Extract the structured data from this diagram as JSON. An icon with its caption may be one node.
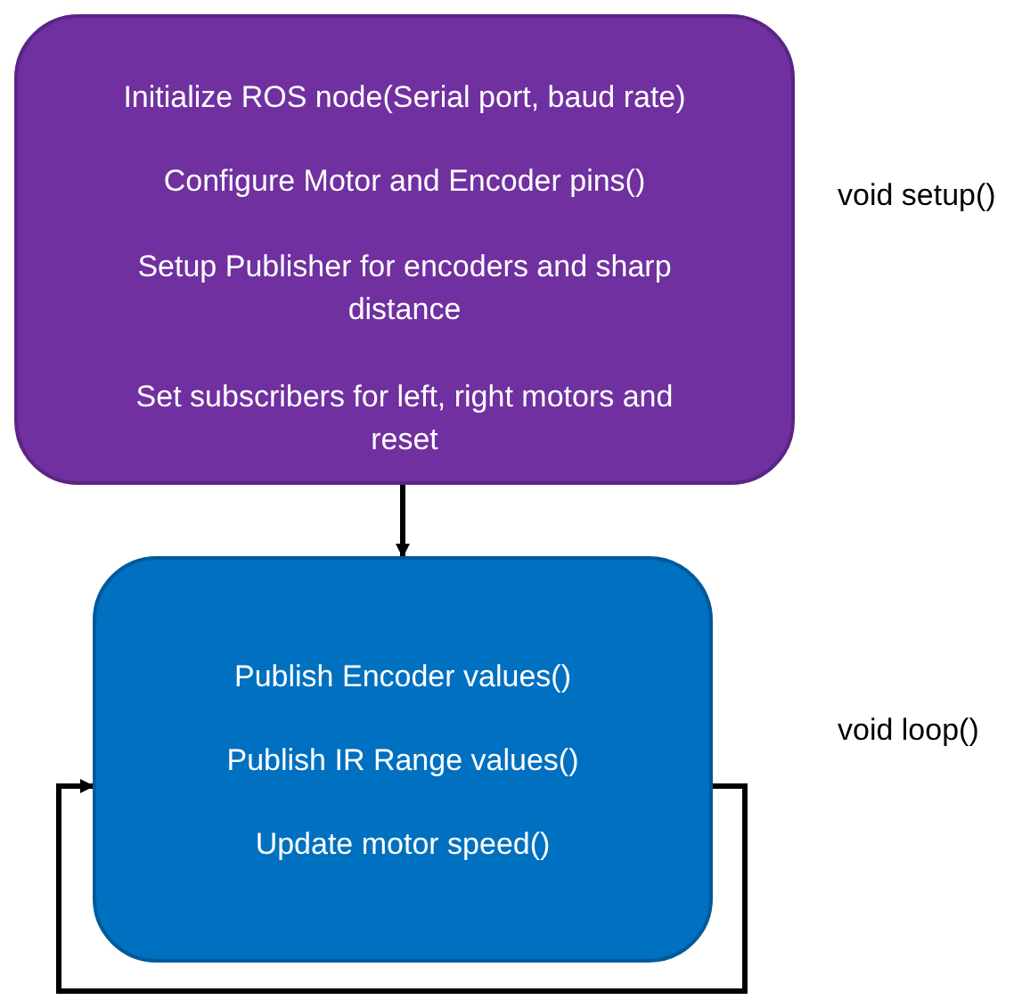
{
  "diagram": {
    "nodes": [
      {
        "text": [
          "Initialize ROS node(Serial port, baud rate)",
          "Configure Motor and Encoder pins()",
          "Setup Publisher for encoders and sharp distance",
          "Set subscribers for left, right motors and reset"
        ]
      },
      {
        "text": [
          "Publish Encoder values()",
          "Publish IR Range values()",
          "Update motor speed()"
        ]
      }
    ],
    "labels": [
      "void setup()",
      "void loop()"
    ],
    "edges": [
      {
        "from": 0,
        "to": 1,
        "arrow": "to"
      },
      {
        "from": 1,
        "to": 1,
        "arrow": "to"
      }
    ]
  }
}
